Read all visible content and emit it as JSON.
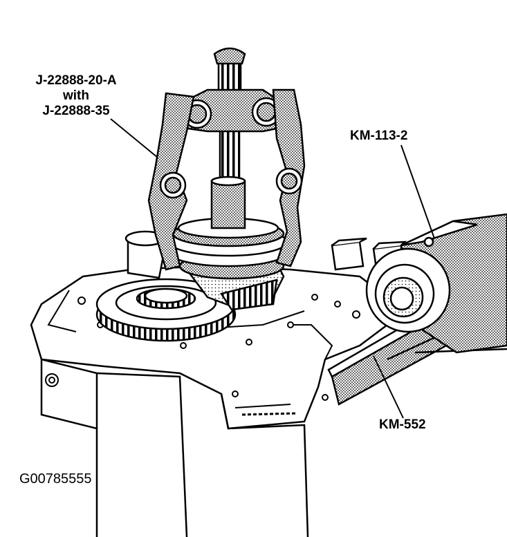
{
  "labels": {
    "puller_line1": "J-22888-20-A",
    "puller_line2": "with",
    "puller_line3": "J-22888-35",
    "fixture_top": "KM-113-2",
    "fixture_bottom": "KM-552"
  },
  "figure_id": "G00785555",
  "colors": {
    "ink": "#000000",
    "paper": "#ffffff"
  }
}
